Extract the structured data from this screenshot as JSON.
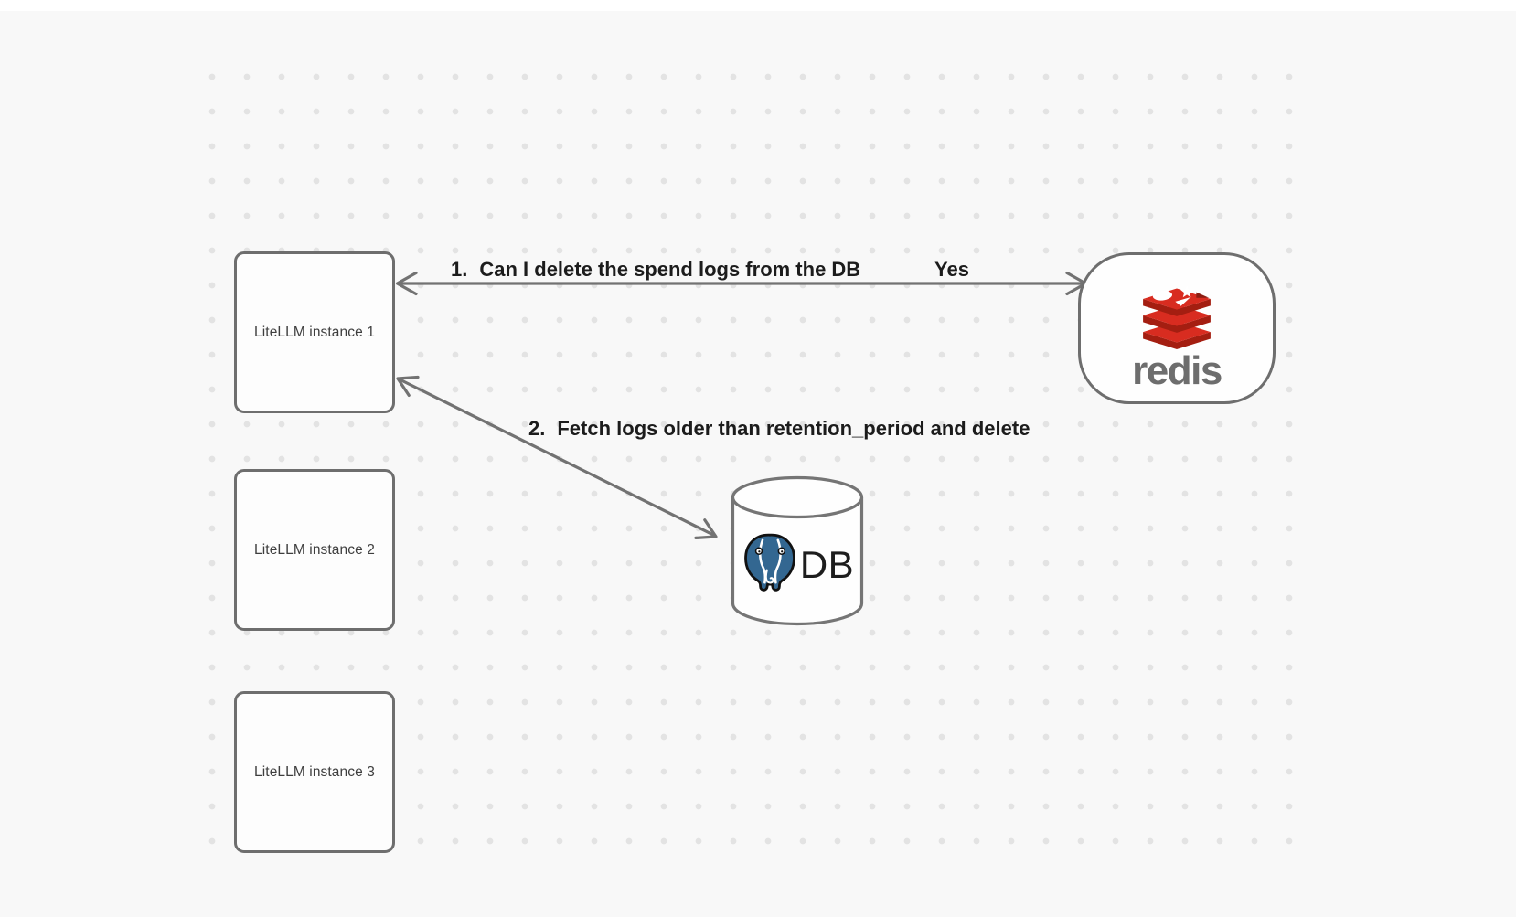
{
  "canvas": {
    "background": "#f8f8f8",
    "dot_color": "#e3e3e3",
    "stroke_color": "#727272"
  },
  "nodes": {
    "instance1": {
      "label": "LiteLLM instance 1"
    },
    "instance2": {
      "label": "LiteLLM instance 2"
    },
    "instance3": {
      "label": "LiteLLM instance 3"
    },
    "redis": {
      "label": "redis"
    },
    "db": {
      "label": "DB"
    }
  },
  "edges": {
    "edge1": {
      "number": "1.",
      "text": "Can I delete the spend logs from the DB",
      "response": "Yes"
    },
    "edge2": {
      "number": "2.",
      "text": "Fetch logs older than retention_period and delete"
    }
  },
  "icon_colors": {
    "redis_red": "#D82C20",
    "redis_dark_red": "#A41E11",
    "redis_notch": "#8C1D12",
    "redis_text_gray": "#6d6d6d",
    "postgres_blue": "#336791"
  }
}
